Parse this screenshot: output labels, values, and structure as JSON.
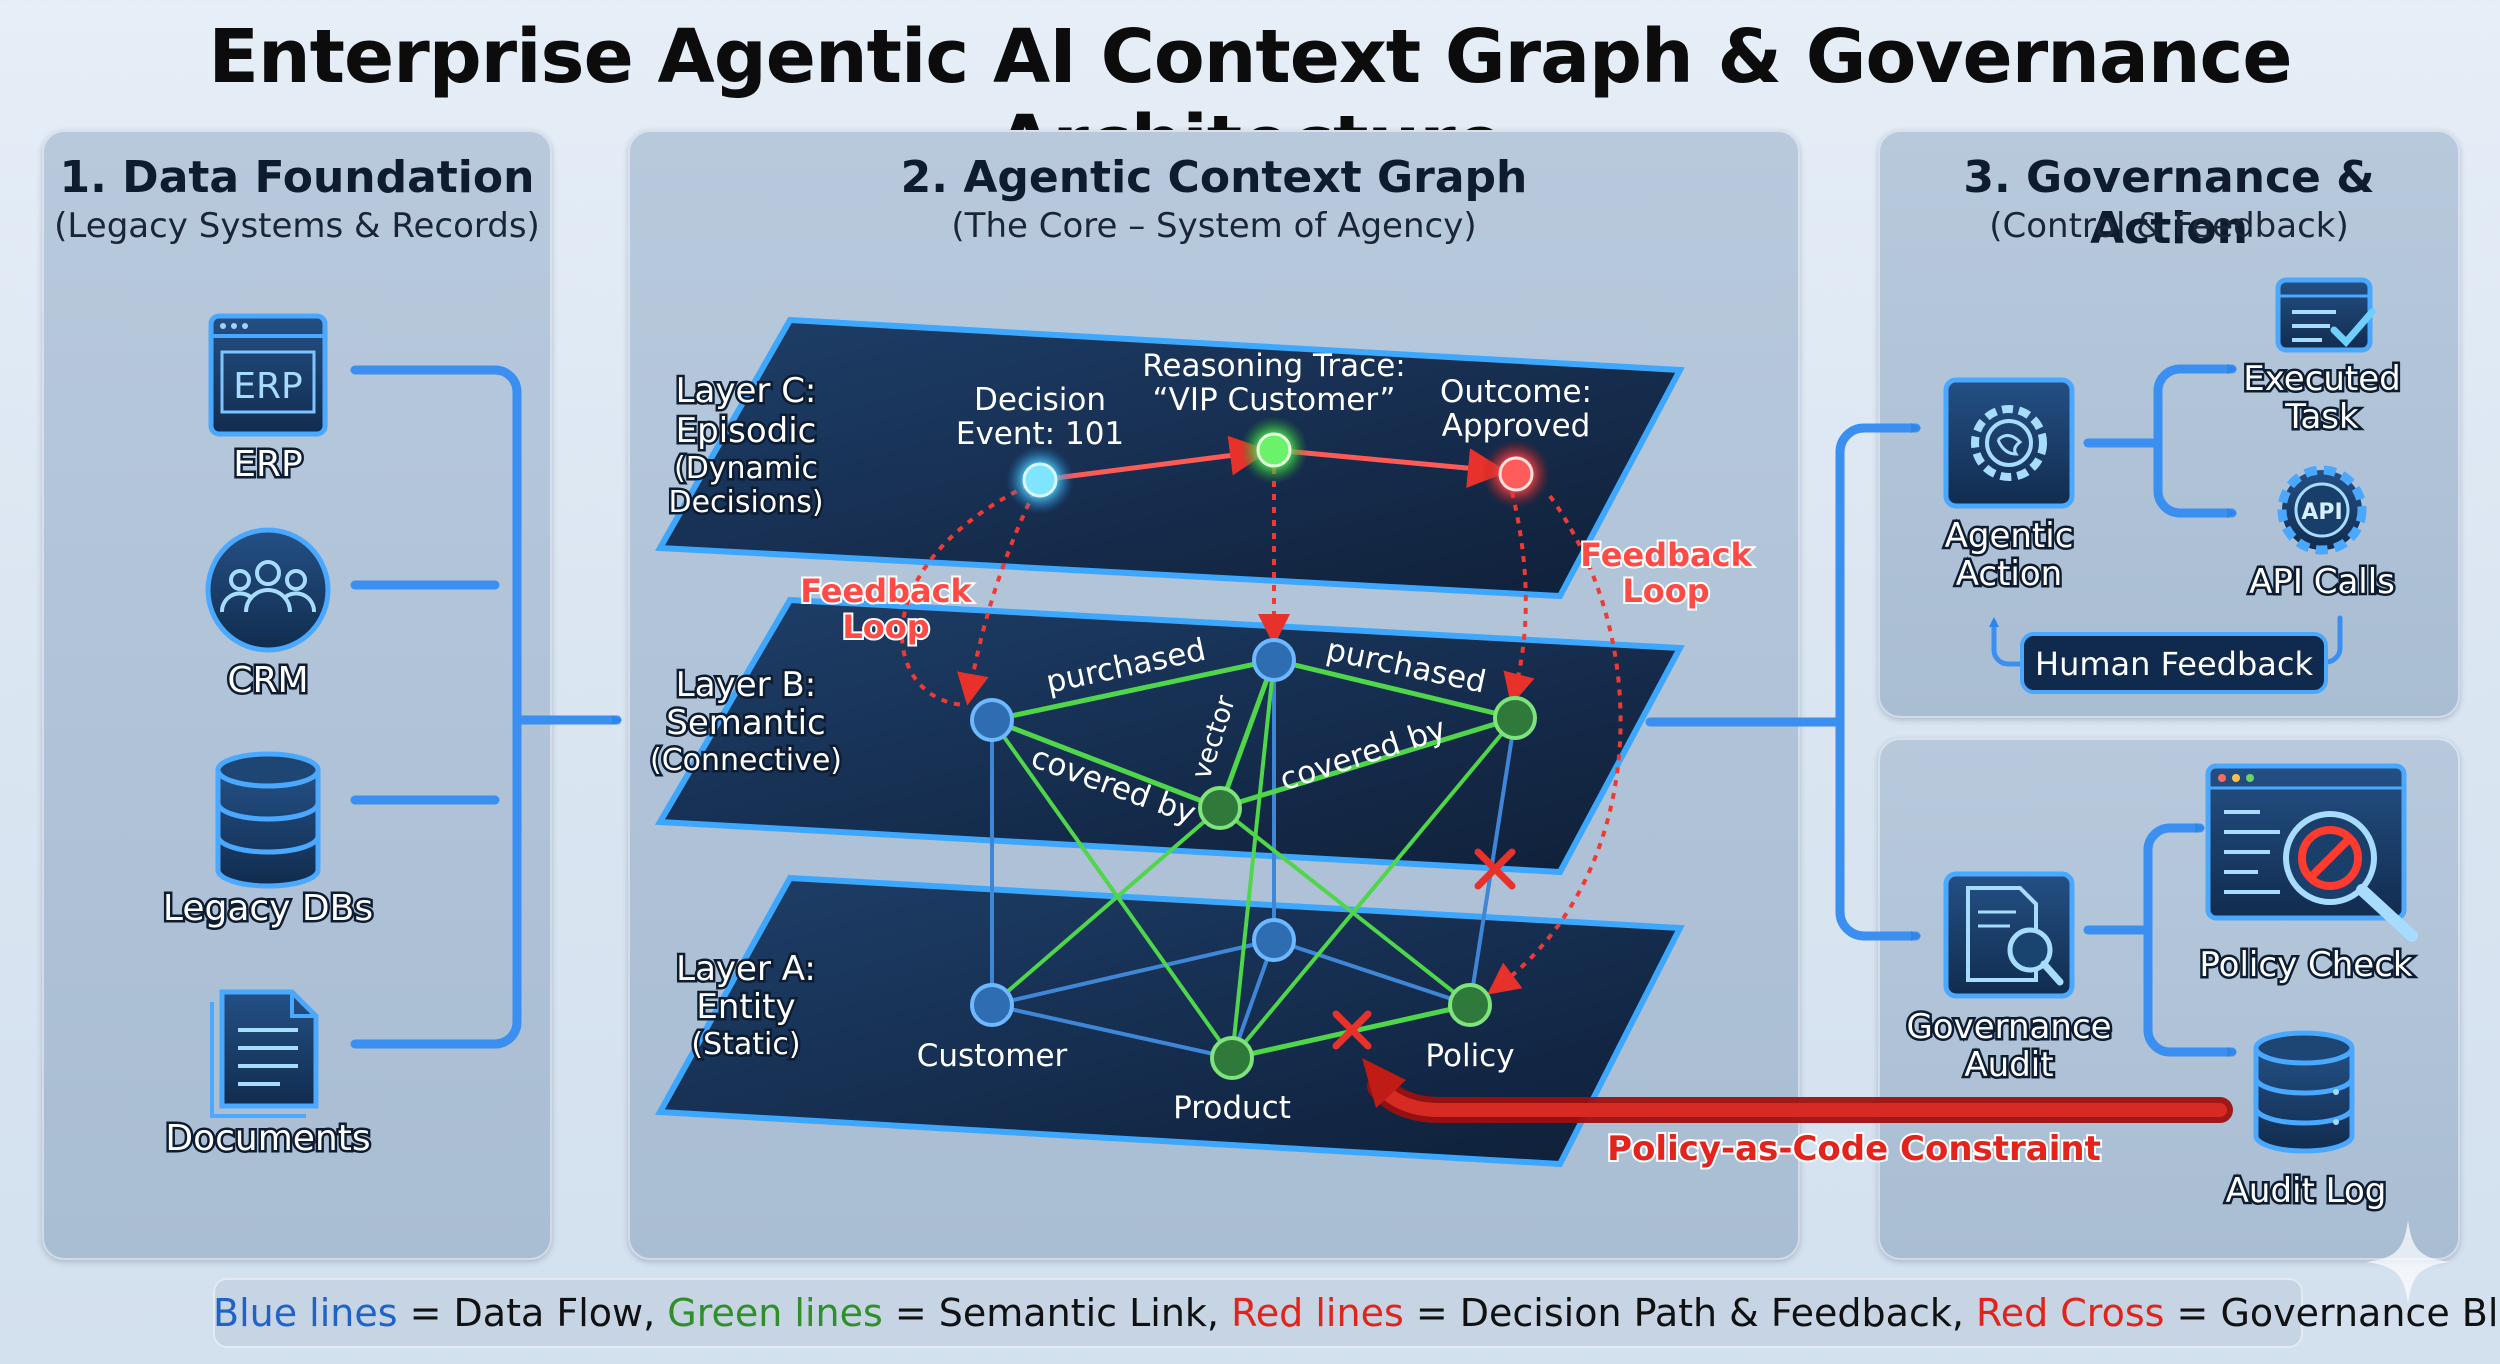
{
  "title": "Enterprise Agentic AI Context Graph & Governance Architecture",
  "panels": {
    "data_foundation": {
      "title": "1. Data Foundation",
      "subtitle": "(Legacy Systems & Records)"
    },
    "context_graph": {
      "title": "2. Agentic Context Graph",
      "subtitle": "(The Core – System of Agency)"
    },
    "governance": {
      "title": "3. Governance & Action",
      "subtitle": "(Control & Feedback)"
    }
  },
  "sources": {
    "erp_icon_text": "ERP",
    "erp": "ERP",
    "crm": "CRM",
    "legacy_dbs": "Legacy DBs",
    "documents": "Documents"
  },
  "layers": {
    "c": {
      "name": "Layer C:",
      "type": "Episodic",
      "desc1": "(Dynamic",
      "desc2": "Decisions)"
    },
    "b": {
      "name": "Layer B:",
      "type": "Semantic",
      "desc": "(Connective)"
    },
    "a": {
      "name": "Layer A:",
      "type": "Entity",
      "desc": "(Static)"
    }
  },
  "nodes": {
    "decision_event_1": "Decision",
    "decision_event_2": "Event: 101",
    "reasoning_trace_1": "Reasoning Trace:",
    "reasoning_trace_2": "“VIP Customer”",
    "outcome_1": "Outcome:",
    "outcome_2": "Approved",
    "customer": "Customer",
    "product": "Product",
    "policy": "Policy"
  },
  "edges": {
    "purchased_1": "purchased",
    "purchased_2": "purchased",
    "covered_by_1": "covered by",
    "covered_by_2": "covered by",
    "vector": "vector"
  },
  "feedback_loop": {
    "line1": "Feedback",
    "line2": "Loop"
  },
  "governance": {
    "agentic_action_1": "Agentic",
    "agentic_action_2": "Action",
    "executed_task_1": "Executed",
    "executed_task_2": "Task",
    "api_calls": "API Calls",
    "api_icon_text": "API",
    "human_feedback": "Human Feedback",
    "governance_audit_1": "Governance",
    "governance_audit_2": "Audit",
    "policy_check": "Policy Check",
    "audit_log": "Audit Log",
    "policy_as_code": "Policy-as-Code Constraint"
  },
  "legend": {
    "blue": "Blue lines",
    "blue_desc": " = Data Flow, ",
    "green": "Green lines",
    "green_desc": " = Semantic Link, ",
    "red": "Red lines",
    "red_desc": " = Decision Path & Feedback, ",
    "cross": "Red Cross",
    "cross_desc": " = Governance Block"
  },
  "colors": {
    "data_flow": "#2f7fe0",
    "semantic_link": "#4fd64a",
    "decision_path": "#ff4a4a",
    "plane": "#0f2545",
    "icon_bg": "#173a63"
  }
}
